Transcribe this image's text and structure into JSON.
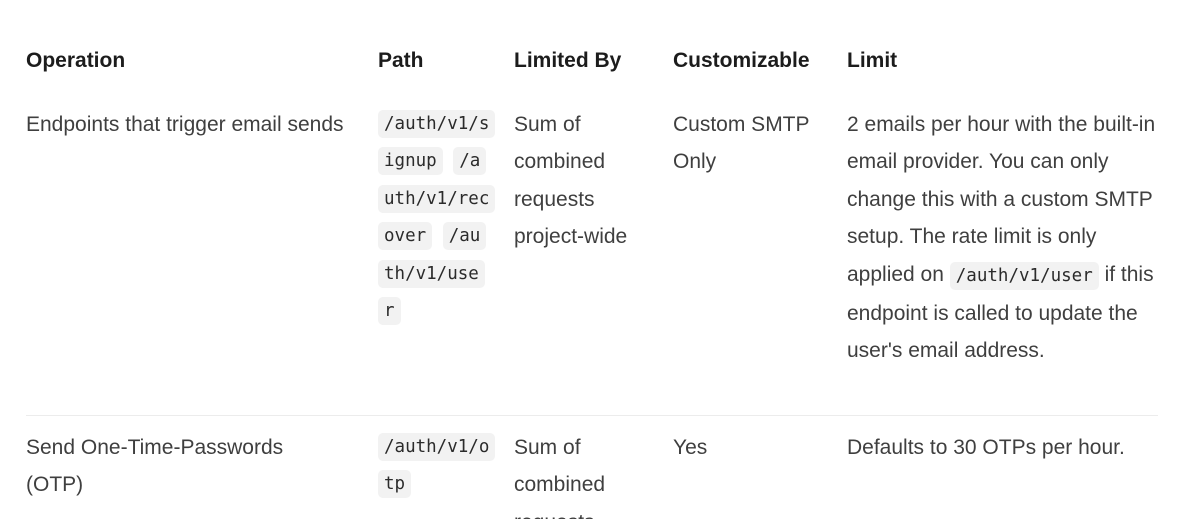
{
  "table": {
    "headers": {
      "operation": "Operation",
      "path": "Path",
      "limited_by": "Limited By",
      "customizable": "Customizable",
      "limit": "Limit"
    },
    "rows": [
      {
        "operation": "Endpoints that trigger email sends",
        "paths": [
          "/auth/v1/signup",
          "/auth/v1/recover",
          "/auth/v1/user"
        ],
        "limited_by": "Sum of combined requests project-wide",
        "customizable": "Custom SMTP Only",
        "limit_before": "2 emails per hour with the built-in email provider. You can only change this with a custom SMTP setup. The rate limit is only applied on ",
        "limit_code": "/auth/v1/user",
        "limit_after": " if this endpoint is called to update the user's email address."
      },
      {
        "operation": "Send One-Time-Passwords (OTP)",
        "paths": [
          "/auth/v1/otp"
        ],
        "limited_by": "Sum of combined requests",
        "customizable": "Yes",
        "limit": "Defaults to 30 OTPs per hour."
      }
    ]
  }
}
